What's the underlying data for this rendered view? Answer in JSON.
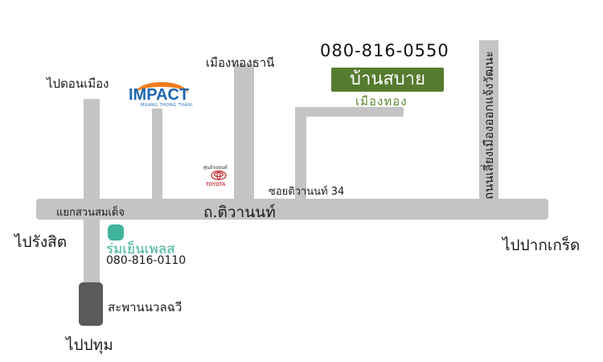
{
  "contact": {
    "phone": "080-816-0550",
    "home_name": "บ้านสบาย",
    "home_sub": "เมืองทอง"
  },
  "roads": {
    "main_road": "ถ.ติวานนท์",
    "soi": "ซอยติวานนท์ 34",
    "junction": "แยกสวนสมเด็จ",
    "vertical_right": "ถนนเลี่ยงเมืองออกแจ้งวัฒนะ"
  },
  "directions": {
    "to_don_mueang": "ไปดอนเมือง",
    "to_muang_thong_thani": "เมืองทองธานี",
    "to_rangsit": "ไปรังสิต",
    "to_pak_kret": "ไปปากเกร็ด",
    "to_pathum": "ไปปทุม"
  },
  "landmarks": {
    "impact_logo": "IMPACT",
    "impact_sub": "MUANG THONG THANI",
    "toyota_center": "ศูนย์รถยนต์",
    "toyota_logo": "TOYOTA",
    "rom_yen_name": "ร่มเย็นเพลส",
    "rom_yen_phone": "080-816-0110",
    "bridge": "สะพานนวลฉวี"
  },
  "colors": {
    "road": "#c4c4c4",
    "home_bg": "#557b2f",
    "rom_yen": "#3fb39c",
    "impact_orange": "#f07d1d",
    "impact_blue": "#1c66b1",
    "toyota_red": "#c0262c",
    "bridge": "#5a5a5a"
  }
}
